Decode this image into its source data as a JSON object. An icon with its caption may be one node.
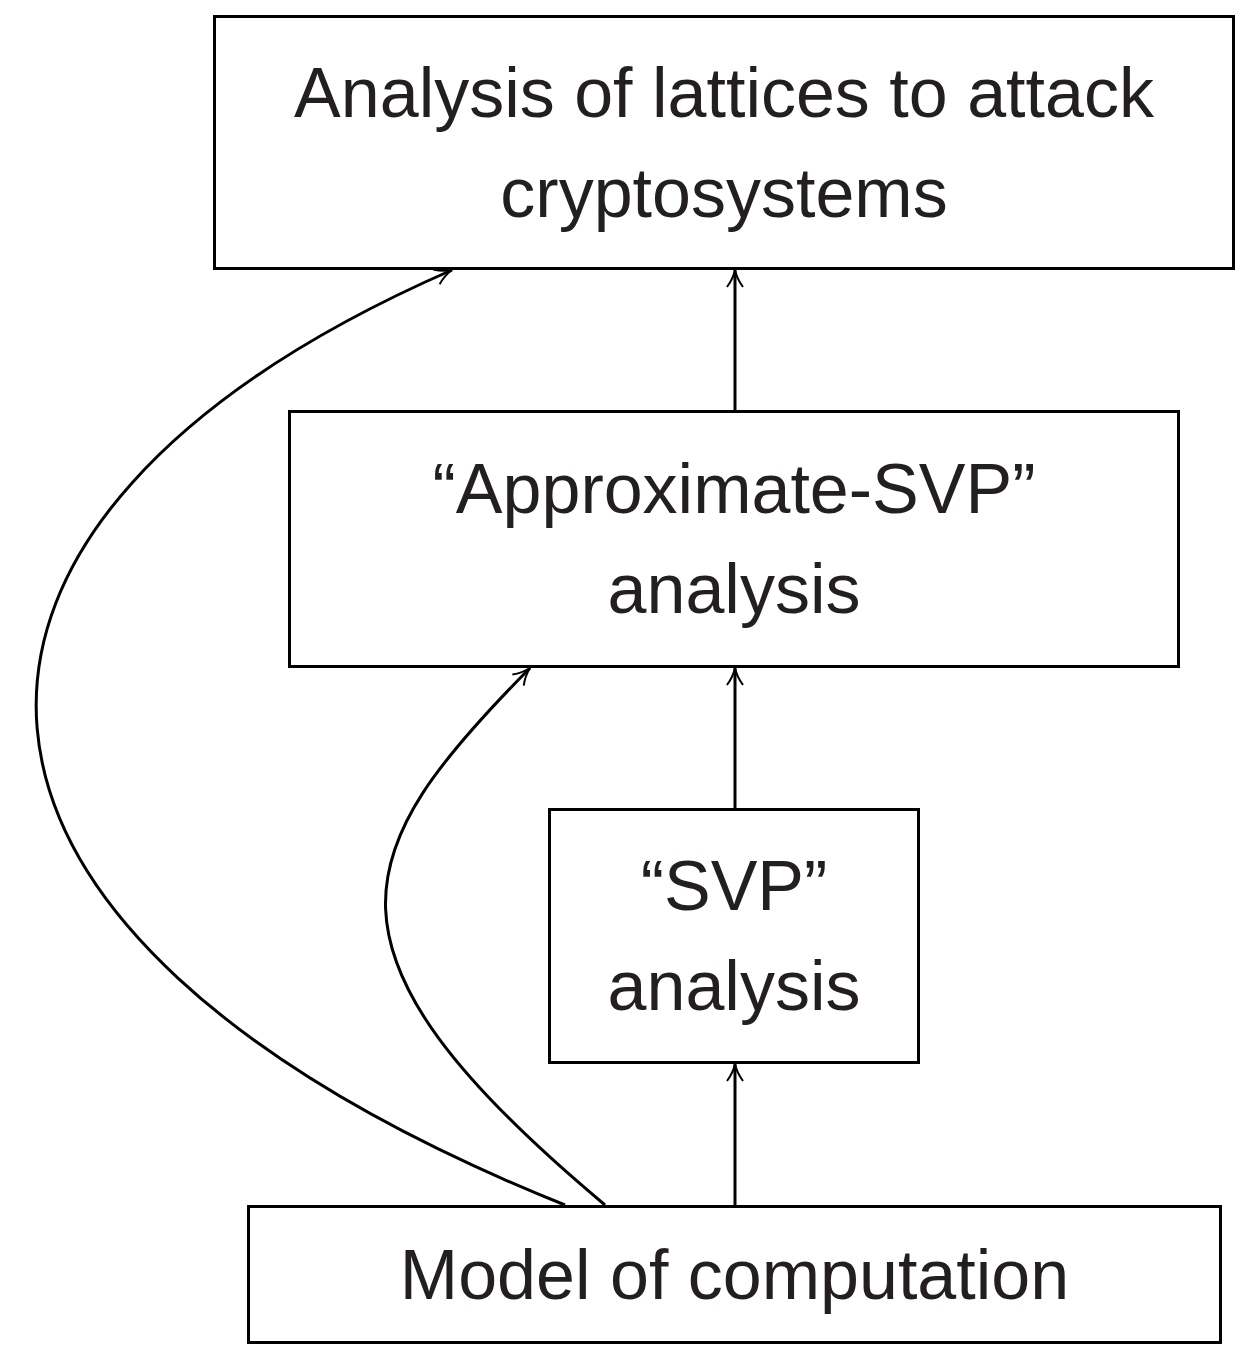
{
  "diagram": {
    "nodes": [
      {
        "text": [
          "Analysis of lattices to attack cryptosystems"
        ]
      },
      {
        "text": [
          "“Approximate-SVP” analysis"
        ]
      },
      {
        "text": [
          "“SVP” analysis"
        ]
      },
      {
        "text": [
          "Model of computation"
        ]
      }
    ],
    "edges": [
      {
        "from": 3,
        "to": 2,
        "arrow": "to"
      },
      {
        "from": 2,
        "to": 1,
        "arrow": "to"
      },
      {
        "from": 1,
        "to": 0,
        "arrow": "to"
      },
      {
        "from": 3,
        "to": 1,
        "arrow": "to"
      },
      {
        "from": 3,
        "to": 0,
        "arrow": "to"
      }
    ]
  }
}
